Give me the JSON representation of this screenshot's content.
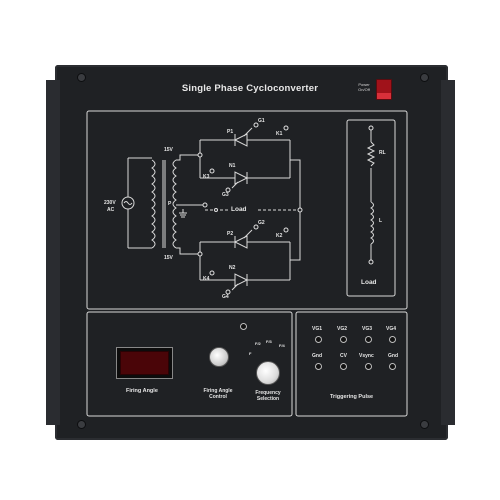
{
  "title": "Single Phase Cycloconverter",
  "power": {
    "label_line1": "Power",
    "label_line2": "On/Off"
  },
  "circuit": {
    "source": {
      "voltage": "230V",
      "type": "AC"
    },
    "top_voltage": "15V",
    "bottom_voltage": "15V",
    "center_tap": "P",
    "top_pair": {
      "g1": "G1",
      "k1": "K1",
      "p1": "P1",
      "n1": "N1",
      "g3": "G3",
      "k3": "K3"
    },
    "bottom_pair": {
      "g2": "G2",
      "k2": "K2",
      "p2": "P2",
      "n2": "N2",
      "g4": "G4",
      "k4": "K4"
    },
    "load_label": "Load",
    "load_box": {
      "rl": "RL",
      "l": "L",
      "label": "Load"
    }
  },
  "controls": {
    "firing_angle_label": "Firing Angle",
    "firing_angle_control_line1": "Firing Angle",
    "firing_angle_control_line2": "Control",
    "frequency_selection_line1": "Frequency",
    "frequency_selection_line2": "Selection",
    "freq_positions": [
      "F/2",
      "F/3",
      "F/4",
      "F"
    ]
  },
  "triggering": {
    "top_labels": [
      "VG1",
      "VG2",
      "VG3",
      "VG4"
    ],
    "bottom_labels": [
      "Gnd",
      "CV",
      "Vsync",
      "Gnd"
    ],
    "caption": "Triggering Pulse"
  }
}
